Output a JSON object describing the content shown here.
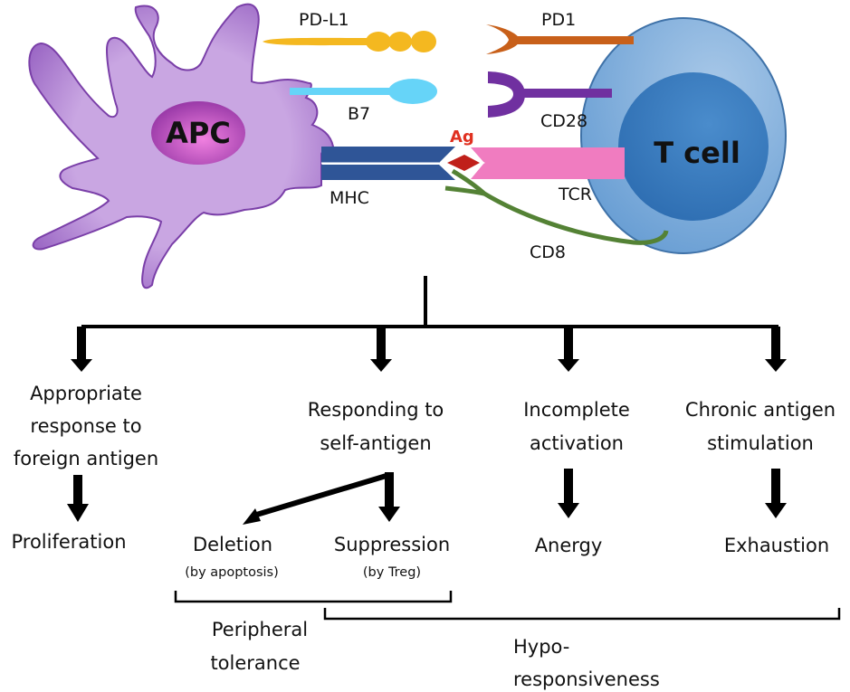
{
  "colors": {
    "apc_body": "#c6a3e0",
    "apc_outline": "#7a3fa8",
    "apc_nucleus": "#c050c8",
    "pdl1": "#f4b820",
    "b7": "#66d4f8",
    "pd1": "#c8601a",
    "cd28": "#7030a0",
    "mhc": "#2f5597",
    "tcr": "#f07cc0",
    "antigen": "#c0201a",
    "cd8": "#548235",
    "tcell_outer": "#7eaedb",
    "tcell_inner": "#3a7ec0",
    "ag_label": "#e03020"
  },
  "cells": {
    "apc_label": "APC",
    "tcell_label": "T cell"
  },
  "molecules": {
    "pdl1": "PD-L1",
    "b7": "B7",
    "mhc": "MHC",
    "ag": "Ag",
    "pd1": "PD1",
    "cd28": "CD28",
    "tcr": "TCR",
    "cd8": "CD8"
  },
  "outcomes": {
    "foreign": {
      "line1": "Appropriate",
      "line2": "response to",
      "line3": "foreign antigen",
      "result": "Proliferation"
    },
    "self": {
      "line1": "Responding to",
      "line2": "self-antigen"
    },
    "incomplete": {
      "line1": "Incomplete",
      "line2": "activation",
      "result": "Anergy"
    },
    "chronic": {
      "line1": "Chronic antigen",
      "line2": "stimulation",
      "result": "Exhaustion"
    }
  },
  "self_results": {
    "deletion": "Deletion",
    "deletion_note": "(by apoptosis)",
    "suppression": "Suppression",
    "suppression_note": "(by Treg)"
  },
  "groups": {
    "peripheral_line1": "Peripheral",
    "peripheral_line2": "tolerance",
    "hypo_line1": "Hypo-",
    "hypo_line2": "responsiveness"
  }
}
